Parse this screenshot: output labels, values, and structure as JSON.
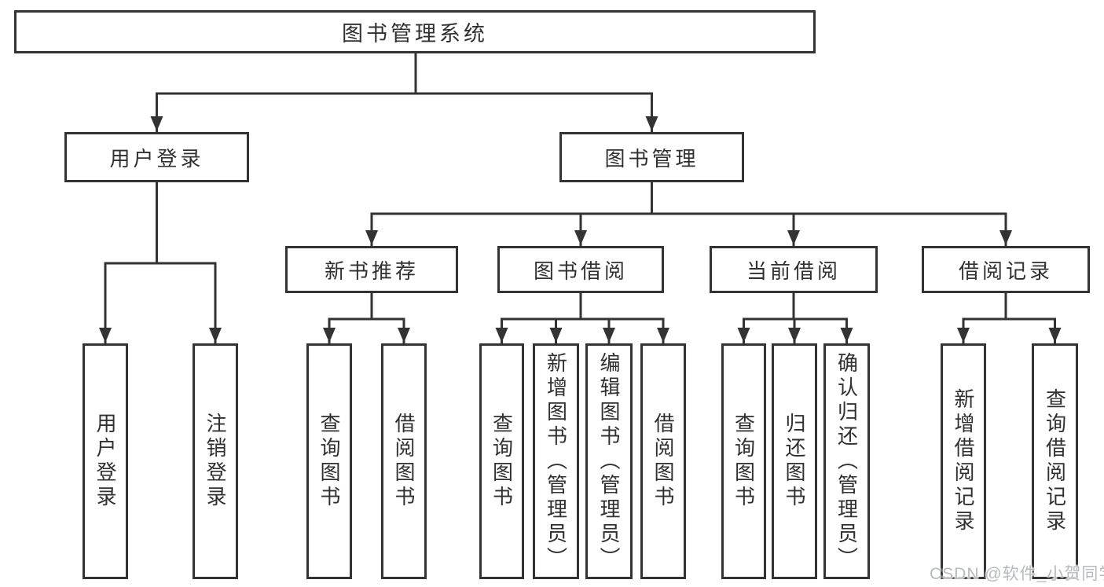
{
  "colors": {
    "line": "#333333",
    "text": "#303030",
    "wm": "#b6babf",
    "bg": "#ffffff"
  },
  "watermark": "CSDN @软件_小贺同学",
  "diagram": {
    "root": {
      "label": "图书管理系统",
      "children": [
        {
          "label": "用户登录",
          "children": [
            {
              "label": "用户登录"
            },
            {
              "label": "注销登录"
            }
          ]
        },
        {
          "label": "图书管理",
          "children": [
            {
              "label": "新书推荐",
              "children": [
                {
                  "label": "查询图书"
                },
                {
                  "label": "借阅图书"
                }
              ]
            },
            {
              "label": "图书借阅",
              "children": [
                {
                  "label": "查询图书"
                },
                {
                  "label": "新增图书（管理员）"
                },
                {
                  "label": "编辑图书（管理员）"
                },
                {
                  "label": "借阅图书"
                }
              ]
            },
            {
              "label": "当前借阅",
              "children": [
                {
                  "label": "查询图书"
                },
                {
                  "label": "归还图书"
                },
                {
                  "label": "确认归还（管理员）"
                }
              ]
            },
            {
              "label": "借阅记录",
              "children": [
                {
                  "label": "新增借阅记录"
                },
                {
                  "label": "查询借阅记录"
                }
              ]
            }
          ]
        }
      ]
    }
  }
}
